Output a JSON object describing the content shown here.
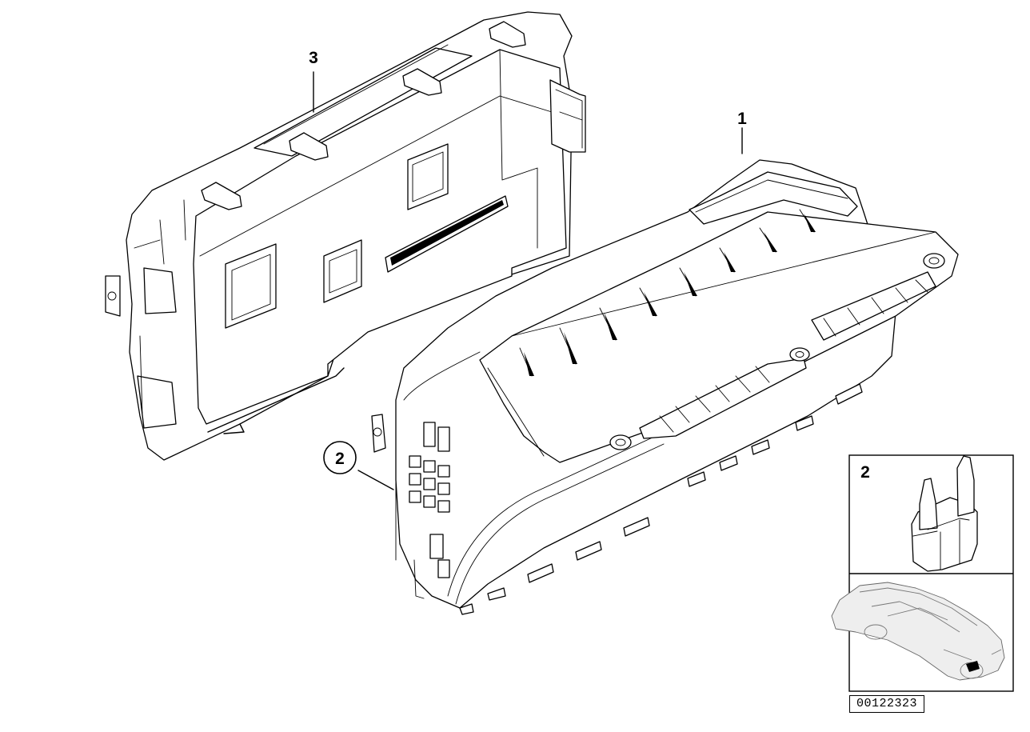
{
  "callouts": {
    "part1": "1",
    "part2": "2",
    "part3": "3",
    "inset_part2": "2"
  },
  "reference_number": "00122323",
  "icons": [
    "instrument-cluster-housing",
    "cluster-rear-cover",
    "clip",
    "vehicle-silhouette"
  ],
  "colors": {
    "line": "#000000",
    "background": "#ffffff",
    "inset_car": "#777777"
  }
}
